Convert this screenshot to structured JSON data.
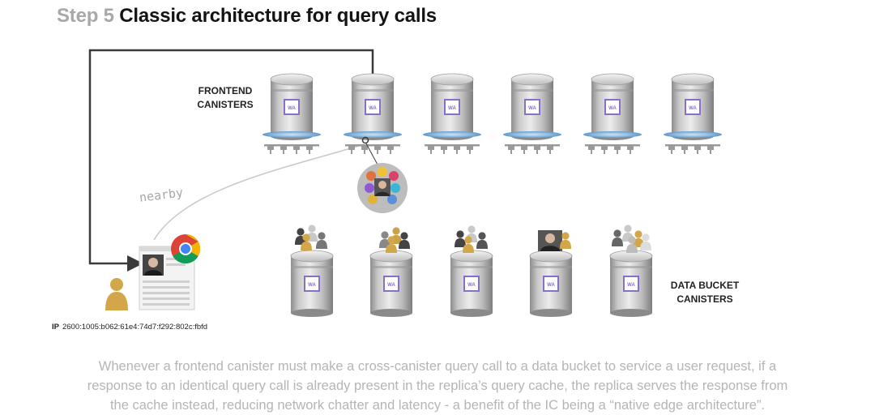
{
  "title": {
    "step": "Step 5",
    "text": "Classic architecture for query calls"
  },
  "labels": {
    "frontend_line1": "FRONTEND",
    "frontend_line2": "CANISTERS",
    "bucket_line1": "DATA BUCKET",
    "bucket_line2": "CANISTERS",
    "nearby": "nearby",
    "wa": "WA"
  },
  "ip": {
    "label": "IP",
    "value": "2600:1005:b062:61e4:74d7:f292:802c:fbfd"
  },
  "caption": {
    "line1": "Whenever a frontend canister must make a cross-canister query call to a data bucket to service a user request, if a",
    "line2": "response to an identical query call is already present in the replica’s query cache, the replica serves the response from",
    "line3": "the cache instead, reducing network chatter and latency - a benefit of the IC being a “native edge architecture”."
  },
  "colors": {
    "canister_body": "#c8c8c8",
    "wa_badge": "#8a6fc9",
    "subnet_blue": "#7fb3de",
    "user_gold": "#d4a64a",
    "caption_gray": "#b5b5b5"
  }
}
